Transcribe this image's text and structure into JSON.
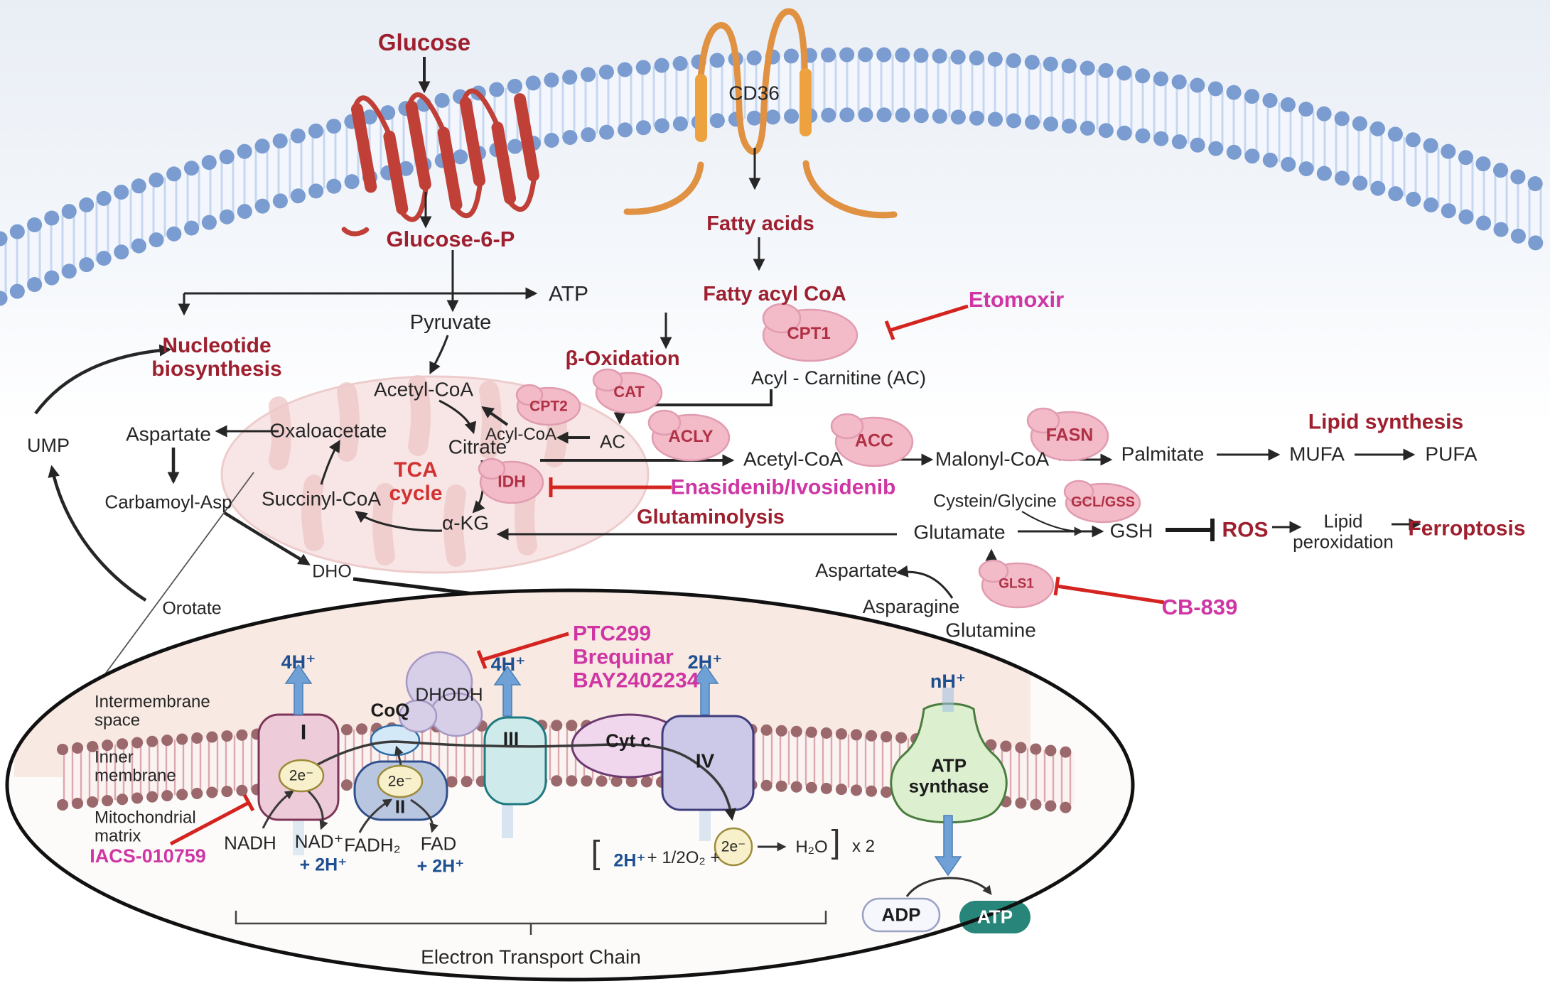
{
  "figure": "Cancer metabolism pathways with drug targets",
  "palette": {
    "header_red": "#9e1f2e",
    "tca_red": "#d23232",
    "drug_magenta": "#cf36a4",
    "enzyme_pink_fill": "#f3bac7",
    "enzyme_text": "#b03045",
    "ion_blue": "#1d4f91",
    "proton_arrow_blue": "#6fa0d6",
    "inhibit_red": "#d42420",
    "membrane_blue_heads": "#7b9cd0",
    "inner_membrane_heads": "#9b686c",
    "atp_pill_teal": "#27857a"
  },
  "labels": {
    "glucose": "Glucose",
    "glucose6p": "Glucose-6-P",
    "atp_glyc": "ATP",
    "pyruvate": "Pyruvate",
    "nucleotide": "Nucleotide\nbiosynthesis",
    "cd36": "CD36",
    "fatty_acids": "Fatty acids",
    "fatty_acyl_coa": "Fatty acyl CoA",
    "etomoxir": "Etomoxir",
    "cpt1": "CPT1",
    "beta_ox": "β-Oxidation",
    "acyl_carnitine": "Acyl - Carnitine (AC)",
    "cat": "CAT",
    "cpt2": "CPT2",
    "acyl_coa_m": "Acyl-CoA",
    "ac": "AC",
    "acetyl_coa_mito": "Acetyl-CoA",
    "oxaloacetate": "Oxaloacetate",
    "aspartate_l": "Aspartate",
    "carbamoyl": "Carbamoyl-Asp",
    "tca": "TCA\ncycle",
    "citrate": "Citrate",
    "akg": "α-KG",
    "succinyl": "Succinyl-CoA",
    "ump": "UMP",
    "dho": "DHO",
    "orotate": "Orotate",
    "idh": "IDH",
    "enasidenib": "Enasidenib/Ivosidenib",
    "glutaminolysis": "Glutaminolysis",
    "acly": "ACLY",
    "acetyl_coa_c": "Acetyl-CoA",
    "acc": "ACC",
    "malonyl": "Malonyl-CoA",
    "fasn": "FASN",
    "palmitate": "Palmitate",
    "mufa": "MUFA",
    "pufa": "PUFA",
    "lipid_synthesis": "Lipid synthesis",
    "cystein": "Cystein/Glycine",
    "gclgss": "GCL/GSS",
    "glutamate": "Glutamate",
    "gsh": "GSH",
    "ros": "ROS",
    "lipid_perox": "Lipid\nperoxidation",
    "ferroptosis": "Ferroptosis",
    "aspartate_r": "Aspartate",
    "asparagine": "Asparagine",
    "glutamine": "Glutamine",
    "gls1": "GLS1",
    "cb839": "CB-839",
    "ims": "Intermembrane\nspace",
    "inner_mem": "Inner\nmembrane",
    "matrix": "Mitochondrial\nmatrix",
    "iacs": "IACS-010759",
    "c1": "I",
    "c2": "II",
    "c3": "III",
    "c4": "IV",
    "cytc": "Cyt c",
    "coq": "CoQ",
    "dhodh": "DHODH",
    "ptc299": "PTC299\nBrequinar\nBAY2402234",
    "e2_1": "2e⁻",
    "e2_2": "2e⁻",
    "e2_3": "2e⁻",
    "h4_1": "4H⁺",
    "h4_2": "4H⁺",
    "h2_1": "2H⁺",
    "nh": "nH⁺",
    "nadh": "NADH",
    "nad": "NAD⁺",
    "nad2h": "+ 2H⁺",
    "fadh2": "FADH₂",
    "fad": "FAD",
    "fad2h": "+ 2H⁺",
    "bracket_l": "[",
    "eq_2h": "2H⁺",
    "eq_mid": "+ 1/2O₂ +",
    "eq_h2o": "H₂O",
    "bracket_r": "]",
    "eq_x2": "x 2",
    "atp_synthase": "ATP\nsynthase",
    "adp": "ADP",
    "atp_pill": "ATP",
    "etc": "Electron Transport Chain"
  }
}
